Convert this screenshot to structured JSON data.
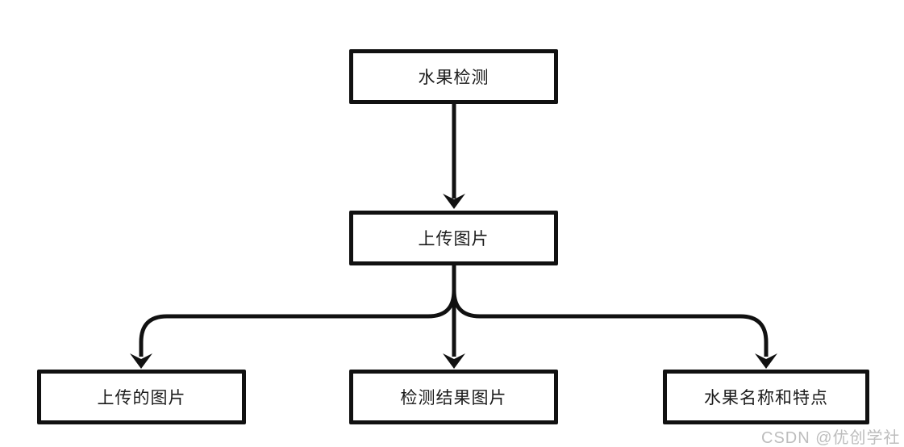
{
  "diagram": {
    "type": "flowchart",
    "direction": "top-down",
    "nodes": [
      {
        "id": "fruit-detection",
        "label": "水果检测"
      },
      {
        "id": "upload-image",
        "label": "上传图片"
      },
      {
        "id": "uploaded-image",
        "label": "上传的图片"
      },
      {
        "id": "detection-result-image",
        "label": "检测结果图片"
      },
      {
        "id": "fruit-name-features",
        "label": "水果名称和特点"
      }
    ],
    "edges": [
      {
        "from": "fruit-detection",
        "to": "upload-image",
        "style": "arrow-down"
      },
      {
        "from": "upload-image",
        "to": "uploaded-image",
        "style": "arrow-branch-left"
      },
      {
        "from": "upload-image",
        "to": "detection-result-image",
        "style": "arrow-down"
      },
      {
        "from": "upload-image",
        "to": "fruit-name-features",
        "style": "arrow-branch-right"
      }
    ],
    "colors": {
      "background": "#ffffff",
      "node_fill": "#ffffff",
      "node_border": "#111111",
      "arrow": "#111111",
      "text": "#1a1a1a",
      "watermark": "#bdbdbd"
    }
  },
  "watermark": {
    "text": "CSDN @优创学社"
  }
}
